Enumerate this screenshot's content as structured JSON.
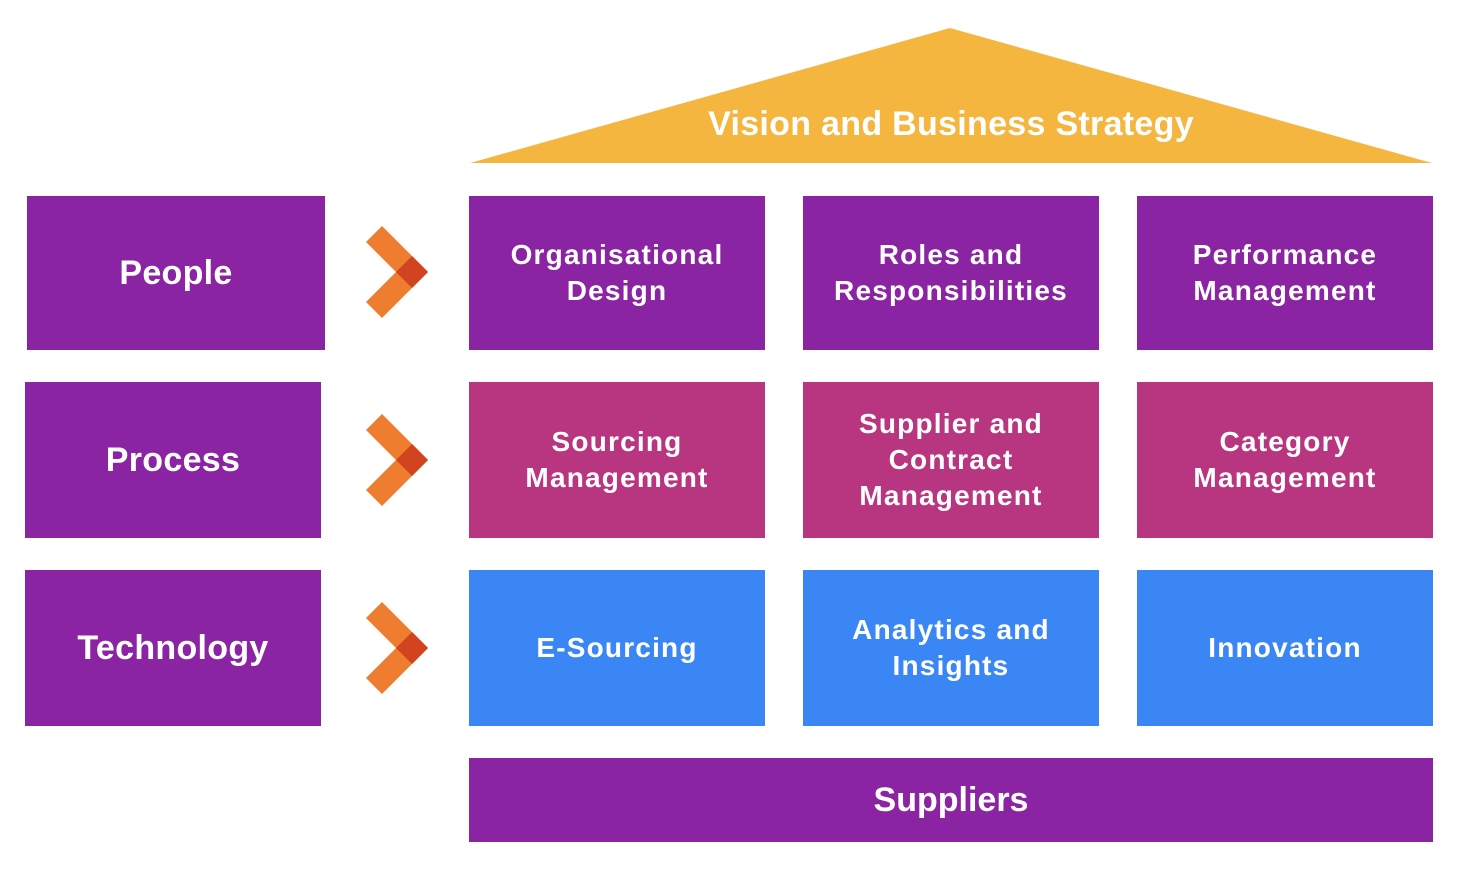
{
  "roof": {
    "label": "Vision and Business Strategy"
  },
  "rows": [
    {
      "pillar": "People",
      "cells": [
        "Organisational\nDesign",
        "Roles and\nResponsibilities",
        "Performance\nManagement"
      ]
    },
    {
      "pillar": "Process",
      "cells": [
        "Sourcing\nManagement",
        "Supplier and\nContract\nManagement",
        "Category\nManagement"
      ]
    },
    {
      "pillar": "Technology",
      "cells": [
        "E-Sourcing",
        "Analytics and\nInsights",
        "Innovation"
      ]
    }
  ],
  "foundation": {
    "label": "Suppliers"
  },
  "colors": {
    "roof": "#f4b63f",
    "purple": "#8a24a3",
    "magenta": "#b8357f",
    "blue": "#3a86f4",
    "arrow_light": "#ef7d2f",
    "arrow_dark": "#d2431f"
  },
  "icons": {
    "row_arrow": "chevron-right-icon"
  }
}
